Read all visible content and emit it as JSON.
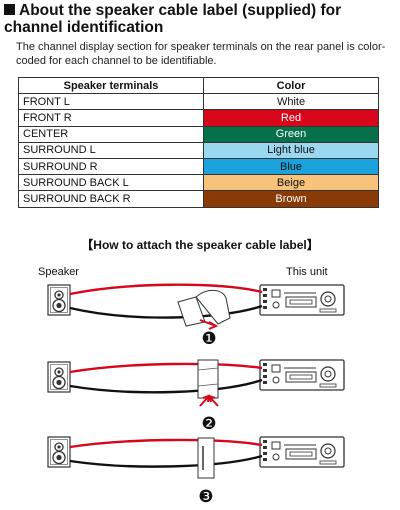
{
  "heading": {
    "line1": "About the speaker cable label (supplied) for",
    "line2": "channel identification"
  },
  "description": "The channel display section for speaker terminals on the rear panel is color-coded for each channel to be identifiable.",
  "table": {
    "headers": [
      "Speaker terminals",
      "Color"
    ],
    "rows": [
      {
        "terminal": "FRONT L",
        "color": "White",
        "bg": "#ffffff",
        "fg": "#111111"
      },
      {
        "terminal": "FRONT R",
        "color": "Red",
        "bg": "#d8061a",
        "fg": "#ffffff"
      },
      {
        "terminal": "CENTER",
        "color": "Green",
        "bg": "#06704a",
        "fg": "#ffffff"
      },
      {
        "terminal": "SURROUND L",
        "color": "Light blue",
        "bg": "#9bd8f0",
        "fg": "#111111"
      },
      {
        "terminal": "SURROUND R",
        "color": "Blue",
        "bg": "#1ca2dc",
        "fg": "#111111"
      },
      {
        "terminal": "SURROUND BACK L",
        "color": "Beige",
        "bg": "#f6c27c",
        "fg": "#111111"
      },
      {
        "terminal": "SURROUND BACK R",
        "color": "Brown",
        "bg": "#8a3a06",
        "fg": "#ffffff"
      }
    ]
  },
  "howto_title": "【How to attach the speaker cable label】",
  "labels": {
    "speaker": "Speaker",
    "unit": "This unit"
  },
  "steps": [
    "❶",
    "❷",
    "❸"
  ],
  "colors": {
    "cable_red": "#d8061a",
    "cable_black": "#111111"
  }
}
